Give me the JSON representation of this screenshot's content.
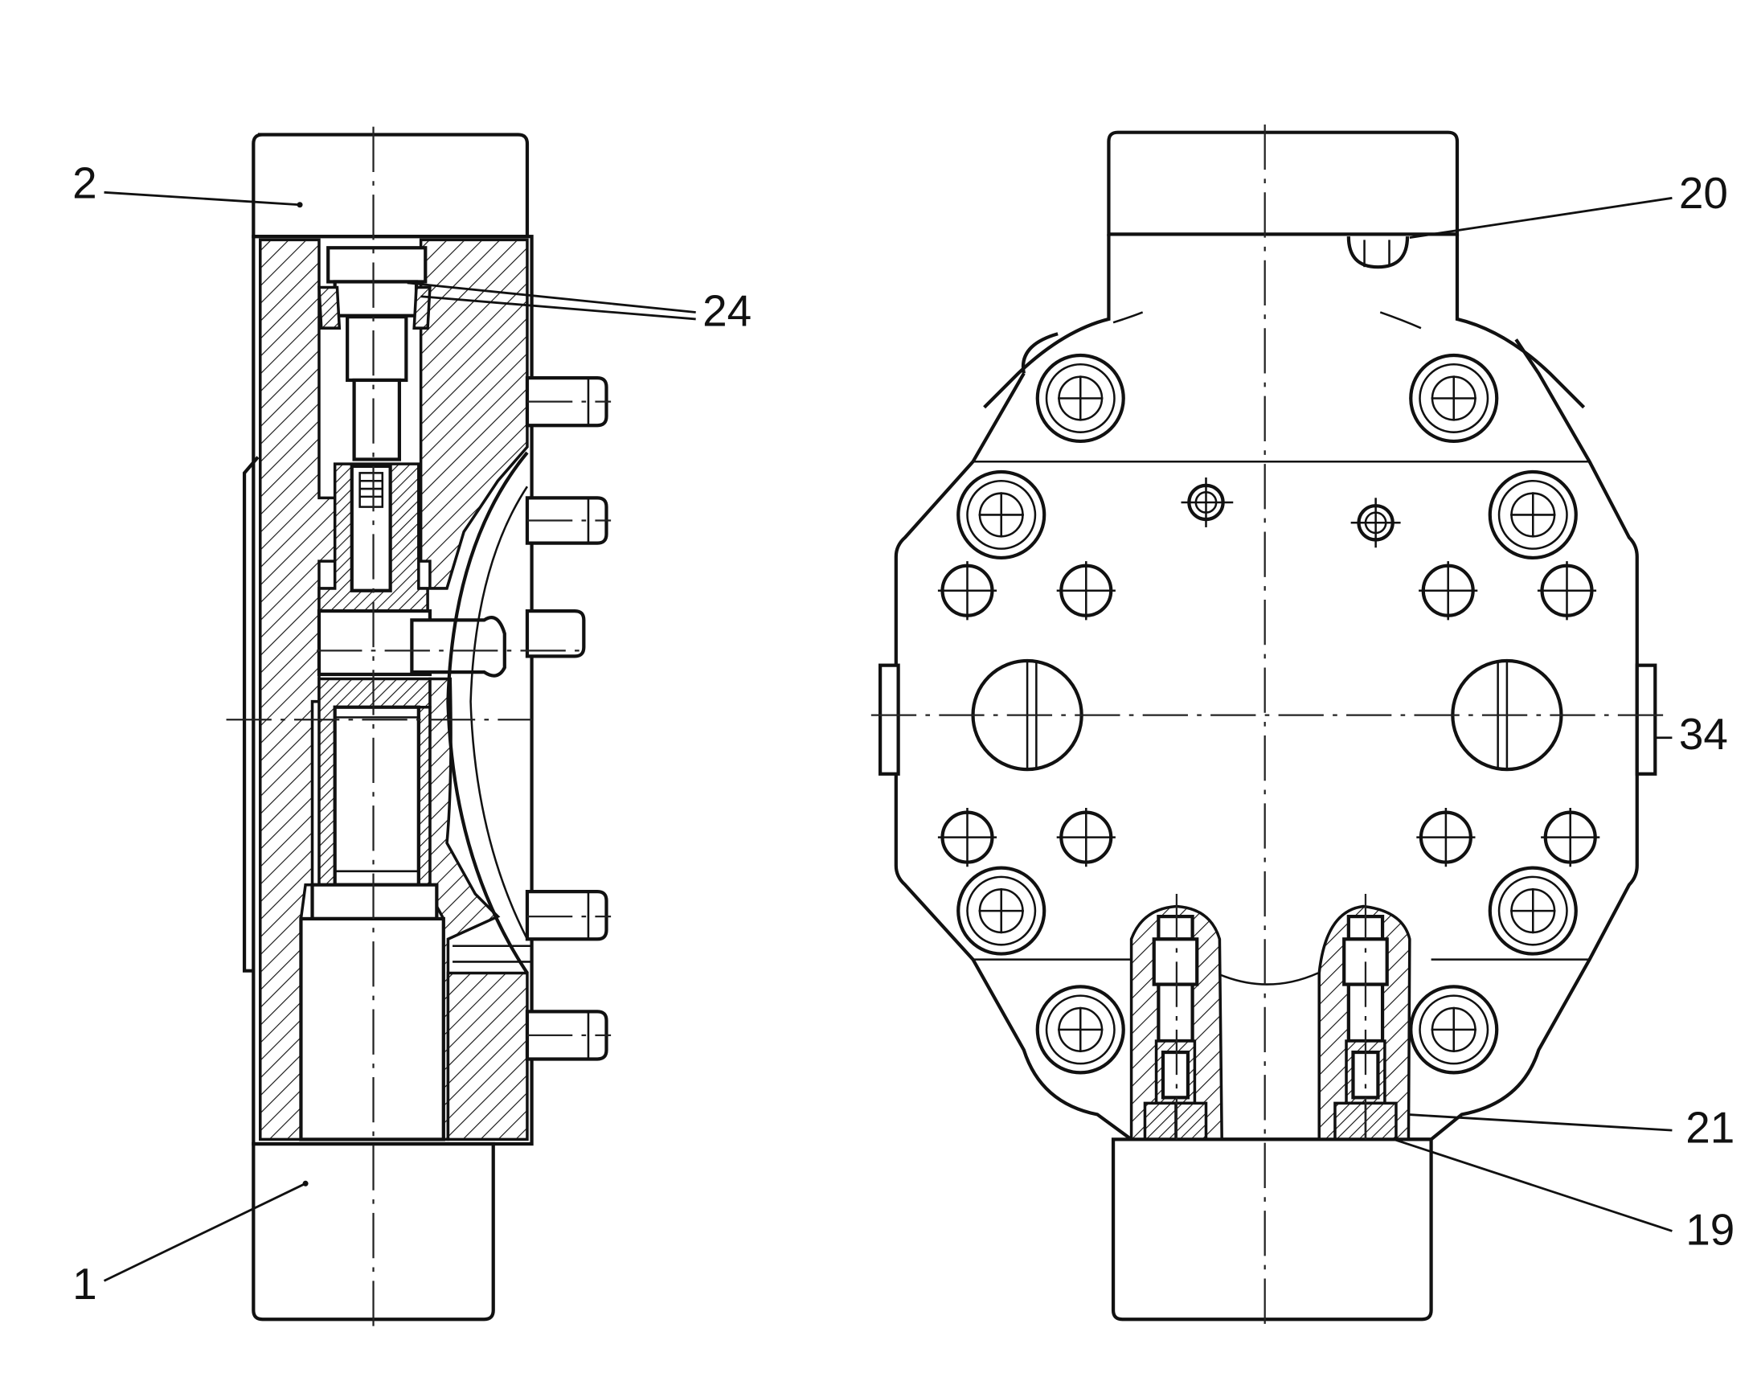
{
  "callouts": {
    "c1": "1",
    "c2": "2",
    "c19": "19",
    "c20": "20",
    "c21": "21",
    "c24": "24",
    "c34": "34"
  }
}
